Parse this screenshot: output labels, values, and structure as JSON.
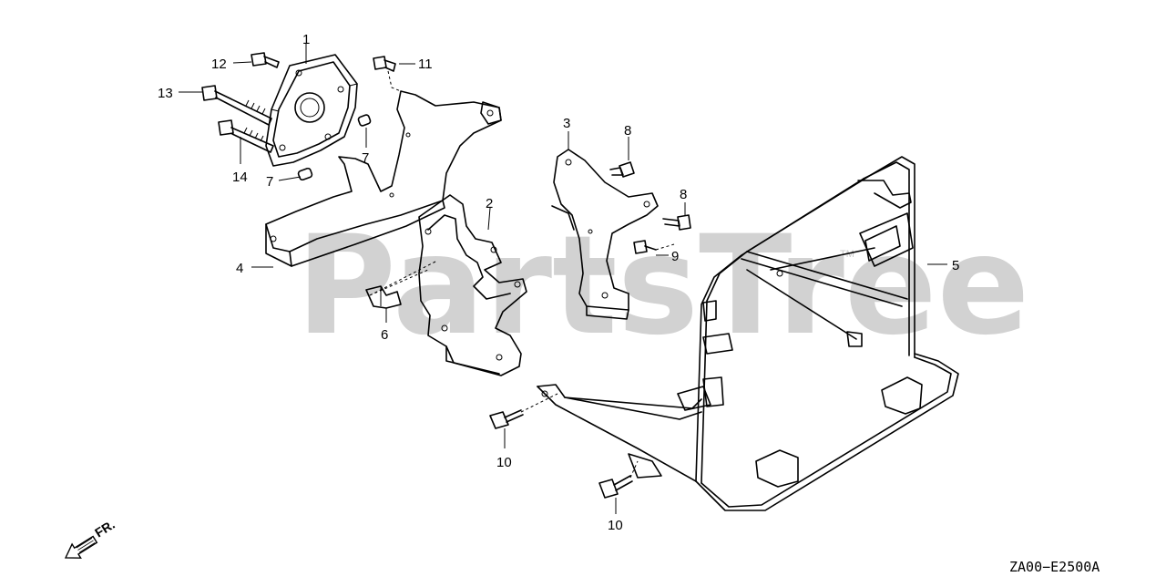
{
  "watermark": {
    "text": "PartsTree",
    "trademark": "TM"
  },
  "diagram_code": "ZA00−E2500A",
  "direction_marker": {
    "text": "FR.",
    "icon": "front-direction-arrow-icon"
  },
  "callouts": [
    {
      "id": "1",
      "text": "1"
    },
    {
      "id": "2",
      "text": "2"
    },
    {
      "id": "3",
      "text": "3"
    },
    {
      "id": "4",
      "text": "4"
    },
    {
      "id": "5",
      "text": "5"
    },
    {
      "id": "6",
      "text": "6"
    },
    {
      "id": "7a",
      "text": "7"
    },
    {
      "id": "7b",
      "text": "7"
    },
    {
      "id": "8a",
      "text": "8"
    },
    {
      "id": "8b",
      "text": "8"
    },
    {
      "id": "9",
      "text": "9"
    },
    {
      "id": "10a",
      "text": "10"
    },
    {
      "id": "10b",
      "text": "10"
    },
    {
      "id": "11",
      "text": "11"
    },
    {
      "id": "12",
      "text": "12"
    },
    {
      "id": "13",
      "text": "13"
    },
    {
      "id": "14",
      "text": "14"
    }
  ]
}
